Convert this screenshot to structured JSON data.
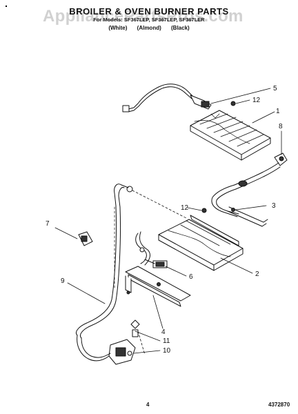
{
  "header": {
    "title": "BROILER & OVEN BURNER PARTS",
    "models": "For Models: SF367LEP, SF367LEP, SF367LER",
    "colors": [
      "(White)",
      "(Almond)",
      "(Black)"
    ],
    "watermark": "AppliancePartsPros.com"
  },
  "callouts": [
    {
      "id": "broiler-burner",
      "label": "1"
    },
    {
      "id": "oven-burner",
      "label": "2"
    },
    {
      "id": "spreader-rod",
      "label": "3"
    },
    {
      "id": "burner-bracket",
      "label": "4"
    },
    {
      "id": "igniter-upper",
      "label": "5"
    },
    {
      "id": "igniter-lower",
      "label": "6"
    },
    {
      "id": "junction-box",
      "label": "7"
    },
    {
      "id": "orifice-hood",
      "label": "8"
    },
    {
      "id": "gas-tube",
      "label": "9"
    },
    {
      "id": "safety-valve",
      "label": "10"
    },
    {
      "id": "fitting",
      "label": "11"
    },
    {
      "id": "screw-upper",
      "label": "12"
    },
    {
      "id": "screw-lower",
      "label": "12"
    }
  ],
  "footer": {
    "page_number": "4",
    "document_number": "4372870"
  }
}
